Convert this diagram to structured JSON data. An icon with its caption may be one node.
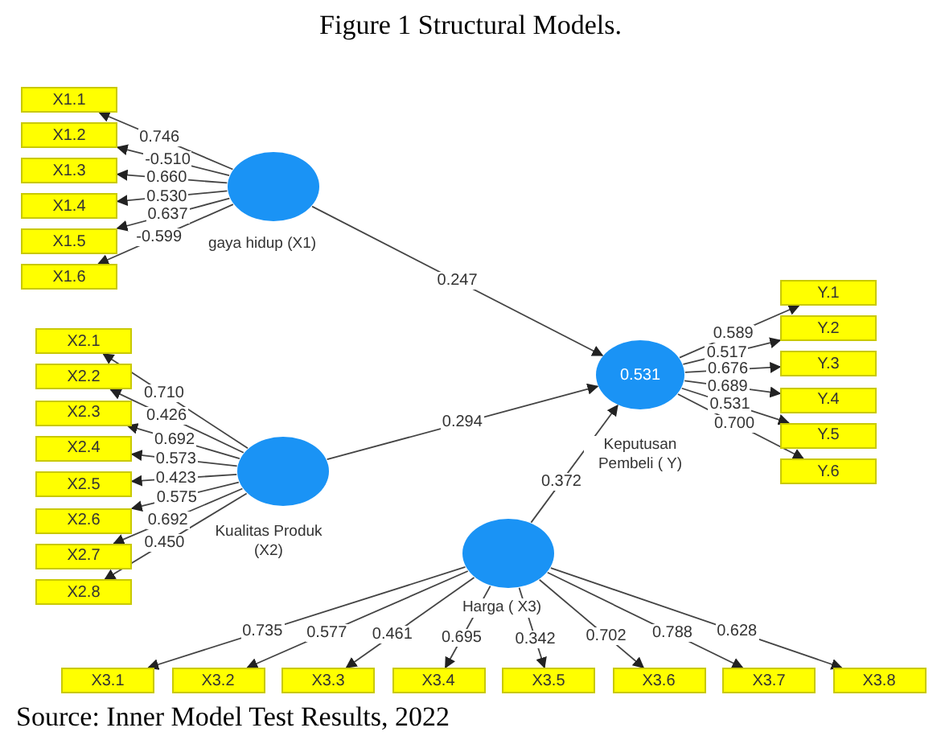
{
  "diagram": {
    "title": "Figure 1 Structural Models.",
    "caption": "Source: Inner Model Test Results, 2022",
    "nodes": [
      {
        "text": [
          "X1.1"
        ]
      },
      {
        "text": [
          "X1.2"
        ]
      },
      {
        "text": [
          "X1.3"
        ]
      },
      {
        "text": [
          "X1.4"
        ]
      },
      {
        "text": [
          "X1.5"
        ]
      },
      {
        "text": [
          "X1.6"
        ]
      },
      {
        "text": [
          "gaya hidup (X1)"
        ]
      },
      {
        "text": [
          "X2.1"
        ]
      },
      {
        "text": [
          "X2.2"
        ]
      },
      {
        "text": [
          "X2.3"
        ]
      },
      {
        "text": [
          "X2.4"
        ]
      },
      {
        "text": [
          "X2.5"
        ]
      },
      {
        "text": [
          "X2.6"
        ]
      },
      {
        "text": [
          "X2.7"
        ]
      },
      {
        "text": [
          "X2.8"
        ]
      },
      {
        "text": [
          "Kualitas Produk (X2)"
        ]
      },
      {
        "text": [
          "0.531",
          "Keputusan Pembeli ( Y)"
        ]
      },
      {
        "text": [
          "Y.1"
        ]
      },
      {
        "text": [
          "Y.2"
        ]
      },
      {
        "text": [
          "Y.3"
        ]
      },
      {
        "text": [
          "Y.4"
        ]
      },
      {
        "text": [
          "Y.5"
        ]
      },
      {
        "text": [
          "Y.6"
        ]
      },
      {
        "text": [
          "Harga ( X3)"
        ]
      },
      {
        "text": [
          "X3.1"
        ]
      },
      {
        "text": [
          "X3.2"
        ]
      },
      {
        "text": [
          "X3.3"
        ]
      },
      {
        "text": [
          "X3.4"
        ]
      },
      {
        "text": [
          "X3.5"
        ]
      },
      {
        "text": [
          "X3.6"
        ]
      },
      {
        "text": [
          "X3.7"
        ]
      },
      {
        "text": [
          "X3.8"
        ]
      }
    ],
    "edges": [
      {
        "from": 6,
        "to": 0,
        "arrow": "to",
        "label": "0.746"
      },
      {
        "from": 6,
        "to": 1,
        "arrow": "to",
        "label": "-0.510"
      },
      {
        "from": 6,
        "to": 2,
        "arrow": "to",
        "label": "0.660"
      },
      {
        "from": 6,
        "to": 3,
        "arrow": "to",
        "label": "0.530"
      },
      {
        "from": 6,
        "to": 4,
        "arrow": "to",
        "label": "0.637"
      },
      {
        "from": 6,
        "to": 5,
        "arrow": "to",
        "label": "-0.599"
      },
      {
        "from": 6,
        "to": 16,
        "arrow": "to",
        "label": "0.247"
      },
      {
        "from": 15,
        "to": 7,
        "arrow": "to",
        "label": "0.710"
      },
      {
        "from": 15,
        "to": 8,
        "arrow": "to",
        "label": "0.426"
      },
      {
        "from": 15,
        "to": 9,
        "arrow": "to",
        "label": "0.692"
      },
      {
        "from": 15,
        "to": 10,
        "arrow": "to",
        "label": "0.573"
      },
      {
        "from": 15,
        "to": 11,
        "arrow": "to",
        "label": "0.423"
      },
      {
        "from": 15,
        "to": 12,
        "arrow": "to",
        "label": "0.575"
      },
      {
        "from": 15,
        "to": 13,
        "arrow": "to",
        "label": "0.692"
      },
      {
        "from": 15,
        "to": 14,
        "arrow": "to",
        "label": "0.450"
      },
      {
        "from": 15,
        "to": 16,
        "arrow": "to",
        "label": "0.294"
      },
      {
        "from": 16,
        "to": 17,
        "arrow": "to",
        "label": "0.589"
      },
      {
        "from": 16,
        "to": 18,
        "arrow": "to",
        "label": "0.517"
      },
      {
        "from": 16,
        "to": 19,
        "arrow": "to",
        "label": "0.676"
      },
      {
        "from": 16,
        "to": 20,
        "arrow": "to",
        "label": "0.689"
      },
      {
        "from": 16,
        "to": 21,
        "arrow": "to",
        "label": "0.531"
      },
      {
        "from": 16,
        "to": 22,
        "arrow": "to",
        "label": "0.700"
      },
      {
        "from": 23,
        "to": 16,
        "arrow": "to",
        "label": "0.372"
      },
      {
        "from": 23,
        "to": 24,
        "arrow": "to",
        "label": "0.735"
      },
      {
        "from": 23,
        "to": 25,
        "arrow": "to",
        "label": "0.577"
      },
      {
        "from": 23,
        "to": 26,
        "arrow": "to",
        "label": "0.461"
      },
      {
        "from": 23,
        "to": 27,
        "arrow": "to",
        "label": "0.695"
      },
      {
        "from": 23,
        "to": 28,
        "arrow": "to",
        "label": "0.342"
      },
      {
        "from": 23,
        "to": 29,
        "arrow": "to",
        "label": "0.702"
      },
      {
        "from": 23,
        "to": 30,
        "arrow": "to",
        "label": "0.788"
      },
      {
        "from": 23,
        "to": 31,
        "arrow": "to",
        "label": "0.628"
      }
    ]
  }
}
